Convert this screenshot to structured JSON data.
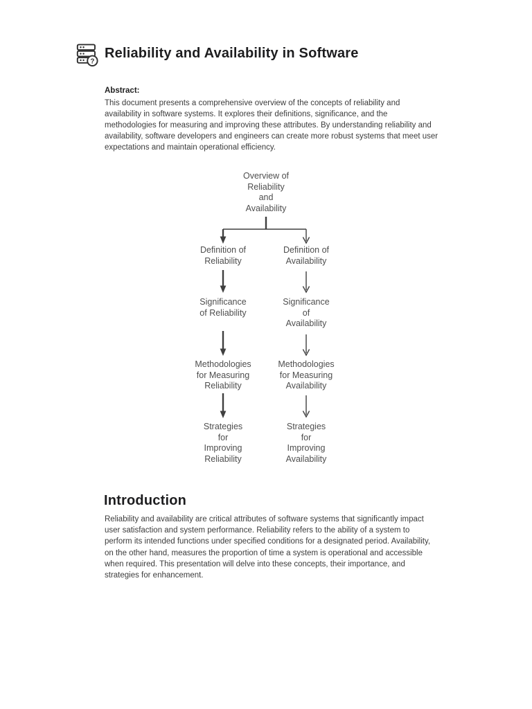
{
  "colors": {
    "background": "#ffffff",
    "text_title": "#1d1d1f",
    "text_body": "#3b3b3b",
    "diagram_text": "#4e4e4e",
    "arrow": "#3f3f3f"
  },
  "header": {
    "icon": "database-question-icon",
    "title": "Reliability and Availability in Software"
  },
  "abstract": {
    "label": "Abstract:",
    "body": "This document presents a comprehensive overview of the concepts of reliability and availability in software systems. It explores their definitions, significance, and the methodologies for measuring and improving these attributes. By understanding reliability and availability, software developers and engineers can create more robust systems that meet user expectations and maintain operational efficiency."
  },
  "diagram": {
    "root": "Overview of\nReliability\nand\nAvailability",
    "left": [
      "Definition of\nReliability",
      "Significance\nof Reliability",
      "Methodologies\nfor Measuring\nReliability",
      "Strategies\nfor\nImproving\nReliability"
    ],
    "right": [
      "Definition of\nAvailability",
      "Significance\nof\nAvailability",
      "Methodologies\nfor Measuring\nAvailability",
      "Strategies\nfor\nImproving\nAvailability"
    ]
  },
  "introduction": {
    "heading": "Introduction",
    "body": "Reliability and availability are critical attributes of software systems that significantly impact user satisfaction and system performance. Reliability refers to the ability of a system to perform its intended functions under specified conditions for a designated period. Availability, on the other hand, measures the proportion of time a system is operational and accessible when required. This presentation will delve into these concepts, their importance, and strategies for enhancement."
  }
}
